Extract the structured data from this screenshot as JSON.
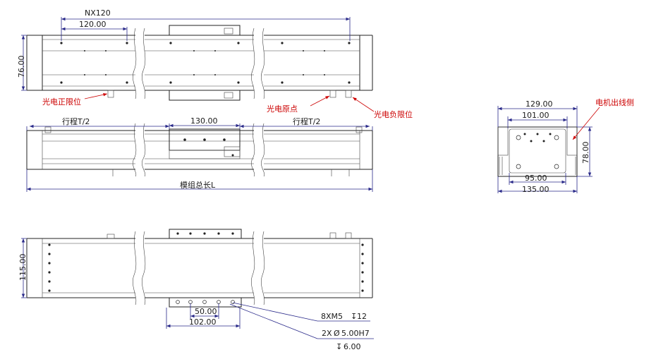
{
  "top_view": {
    "nx_label": "NX120",
    "pitch_label": "120.00",
    "width_label": "76.00",
    "limit_pos_label": "光电正限位",
    "origin_label": "光电原点",
    "limit_neg_label": "光电负限位"
  },
  "side_view": {
    "travel_left_label": "行程T/2",
    "travel_right_label": "行程T/2",
    "carriage_label": "130.00",
    "total_length_label": "模组总长L"
  },
  "bottom_view": {
    "height_label": "115.00",
    "hole_spacing_label": "50.00",
    "hole_span_label": "102.00",
    "thread_note": "8XM5",
    "thread_depth": "12",
    "pin_note_prefix": "2X",
    "pin_note": "5.00H7",
    "pin_depth": "6.00"
  },
  "end_view": {
    "width_129_label": "129.00",
    "width_101_label": "101.00",
    "height_label": "78.00",
    "width_95_label": "95.00",
    "width_135_label": "135.00",
    "motor_side_label": "电机出线侧"
  },
  "colors": {
    "dimension": "#2a2a8a",
    "leader": "#cc0000",
    "outline": "#222222"
  }
}
